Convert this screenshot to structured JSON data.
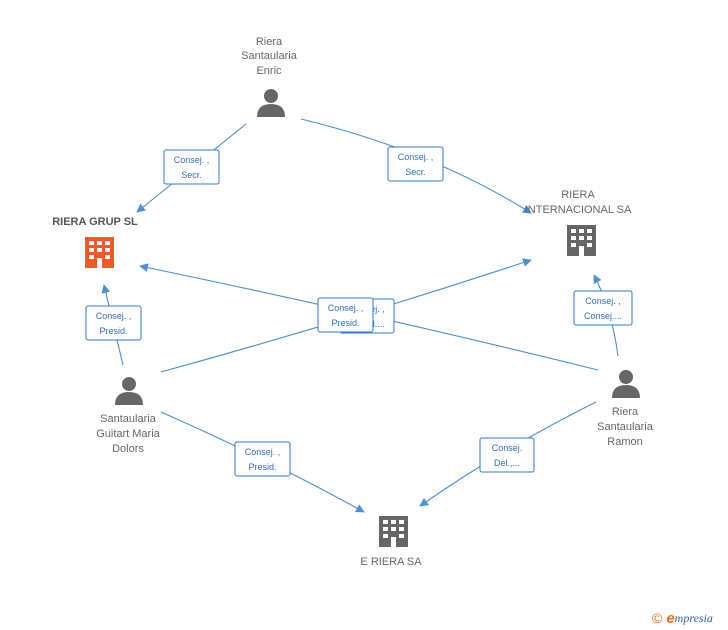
{
  "colors": {
    "edge": "#4a8fd8",
    "person": "#666666",
    "company": "#666666",
    "company_main": "#f05a28",
    "role_border": "#2f7ad1",
    "role_text": "#2f6fbf"
  },
  "nodes": {
    "enric": {
      "type": "person",
      "icon": "person-icon",
      "lines": [
        "Riera",
        "Santaularia",
        "Enric"
      ]
    },
    "riera_grup": {
      "type": "company",
      "icon": "building-icon",
      "main": true,
      "lines": [
        "RIERA GRUP SL"
      ]
    },
    "riera_internacional": {
      "type": "company",
      "icon": "building-icon",
      "lines": [
        "RIERA",
        "INTERNACIONAL SA"
      ]
    },
    "maria_dolors": {
      "type": "person",
      "icon": "person-icon",
      "lines": [
        "Santaularia",
        "Guitart Maria",
        "Dolors"
      ]
    },
    "ramon": {
      "type": "person",
      "icon": "person-icon",
      "lines": [
        "Riera",
        "Santaularia",
        "Ramon"
      ]
    },
    "e_riera": {
      "type": "company",
      "icon": "building-icon",
      "lines": [
        "E RIERA SA"
      ]
    }
  },
  "roles": {
    "enric_to_grup": [
      "Consej. ,",
      "Secr."
    ],
    "enric_to_internacional": [
      "Consej. ,",
      "Secr."
    ],
    "dolors_to_grup": [
      "Consej. ,",
      "Presid."
    ],
    "ramon_to_internacional": [
      "Consej. ,",
      "Consej...."
    ],
    "ramon_to_grup_hidden": [
      "Consej. ,",
      "Presid...."
    ],
    "dolors_to_internacional": [
      "Consej. ,",
      "Presid."
    ],
    "dolors_to_eriera": [
      "Consej. ,",
      "Presid."
    ],
    "ramon_to_eriera": [
      "Consej.",
      "Del.,..."
    ]
  },
  "brand": {
    "copyright": "©",
    "initial": "e",
    "rest": "mpresia"
  }
}
